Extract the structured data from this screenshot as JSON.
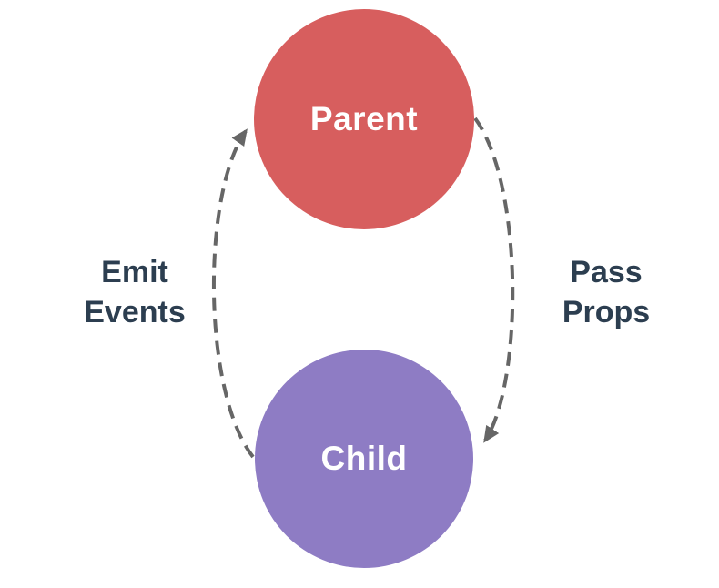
{
  "diagram": {
    "kind": "parent-child-communication",
    "nodes": [
      {
        "id": "parent",
        "label": "Parent",
        "shape": "circle",
        "color": "#d75e5e"
      },
      {
        "id": "child",
        "label": "Child",
        "shape": "circle",
        "color": "#8e7cc4"
      }
    ],
    "edges": [
      {
        "id": "emit-events",
        "label": "Emit Events",
        "label_lines": [
          "Emit",
          "Events"
        ],
        "from": "child",
        "to": "parent",
        "side": "left",
        "style": "dashed",
        "direction": "up"
      },
      {
        "id": "pass-props",
        "label": "Pass Props",
        "label_lines": [
          "Pass",
          "Props"
        ],
        "from": "parent",
        "to": "child",
        "side": "right",
        "style": "dashed",
        "direction": "down"
      }
    ]
  },
  "colors": {
    "background": "#ffffff",
    "edge": "#666666",
    "label_text": "#2c3e50",
    "node_text": "#ffffff",
    "parent_node": "#d75e5e",
    "child_node": "#8e7cc4"
  }
}
